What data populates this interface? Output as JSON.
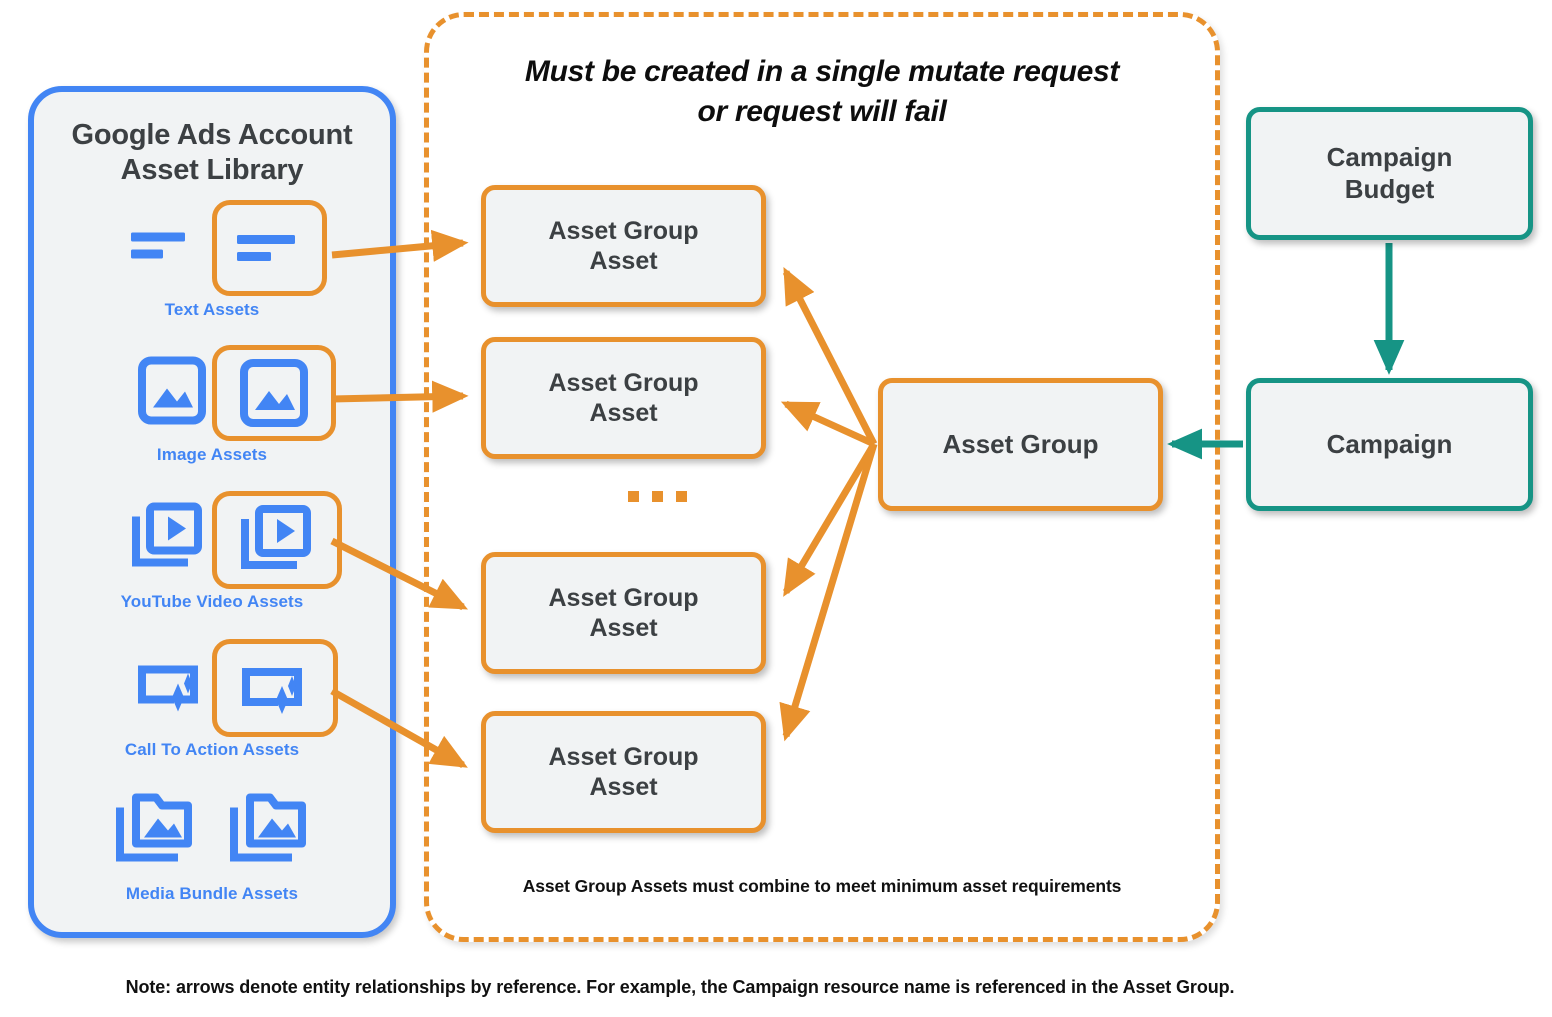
{
  "library": {
    "title": "Google Ads Account\nAsset Library",
    "title_line1": "Google Ads Account",
    "title_line2": "Asset Library",
    "border_color": "#4285f4",
    "fill_color": "#f1f3f4",
    "assets": [
      {
        "label": "Text Assets",
        "icon": "text-lines-icon",
        "highlighted": true
      },
      {
        "label": "Image Assets",
        "icon": "image-icon",
        "highlighted": true
      },
      {
        "label": "YouTube Video  Assets",
        "icon": "video-stack-icon",
        "highlighted": true
      },
      {
        "label": "Call To Action Assets",
        "icon": "cta-sparkle-icon",
        "highlighted": true
      },
      {
        "label": "Media Bundle  Assets",
        "icon": "media-bundle-icon",
        "highlighted": false
      }
    ]
  },
  "mutate_group": {
    "title_line1": "Must be created in a single mutate request",
    "title_line2": "or request will fail",
    "footnote": "Asset Group Assets must combine to meet minimum asset requirements",
    "border_color": "#e8912d",
    "border_style": "dashed",
    "asset_group_assets": [
      {
        "line1": "Asset Group",
        "line2": "Asset"
      },
      {
        "line1": "Asset Group",
        "line2": "Asset"
      },
      {
        "line1": "Asset Group",
        "line2": "Asset"
      },
      {
        "line1": "Asset Group",
        "line2": "Asset"
      }
    ],
    "ellipsis": "..."
  },
  "nodes": {
    "asset_group": {
      "label": "Asset Group",
      "color": "#e8912d"
    },
    "campaign_budget": {
      "line1": "Campaign",
      "line2": "Budget",
      "color": "#169485"
    },
    "campaign": {
      "label": "Campaign",
      "color": "#169485"
    }
  },
  "note": "Note: arrows denote entity relationships by reference. For example, the Campaign resource name is referenced in the Asset Group.",
  "colors": {
    "orange": "#e8912d",
    "teal": "#169485",
    "blue": "#4285f4",
    "box_fill": "#f1f3f4",
    "text_dark": "#3c4043"
  }
}
